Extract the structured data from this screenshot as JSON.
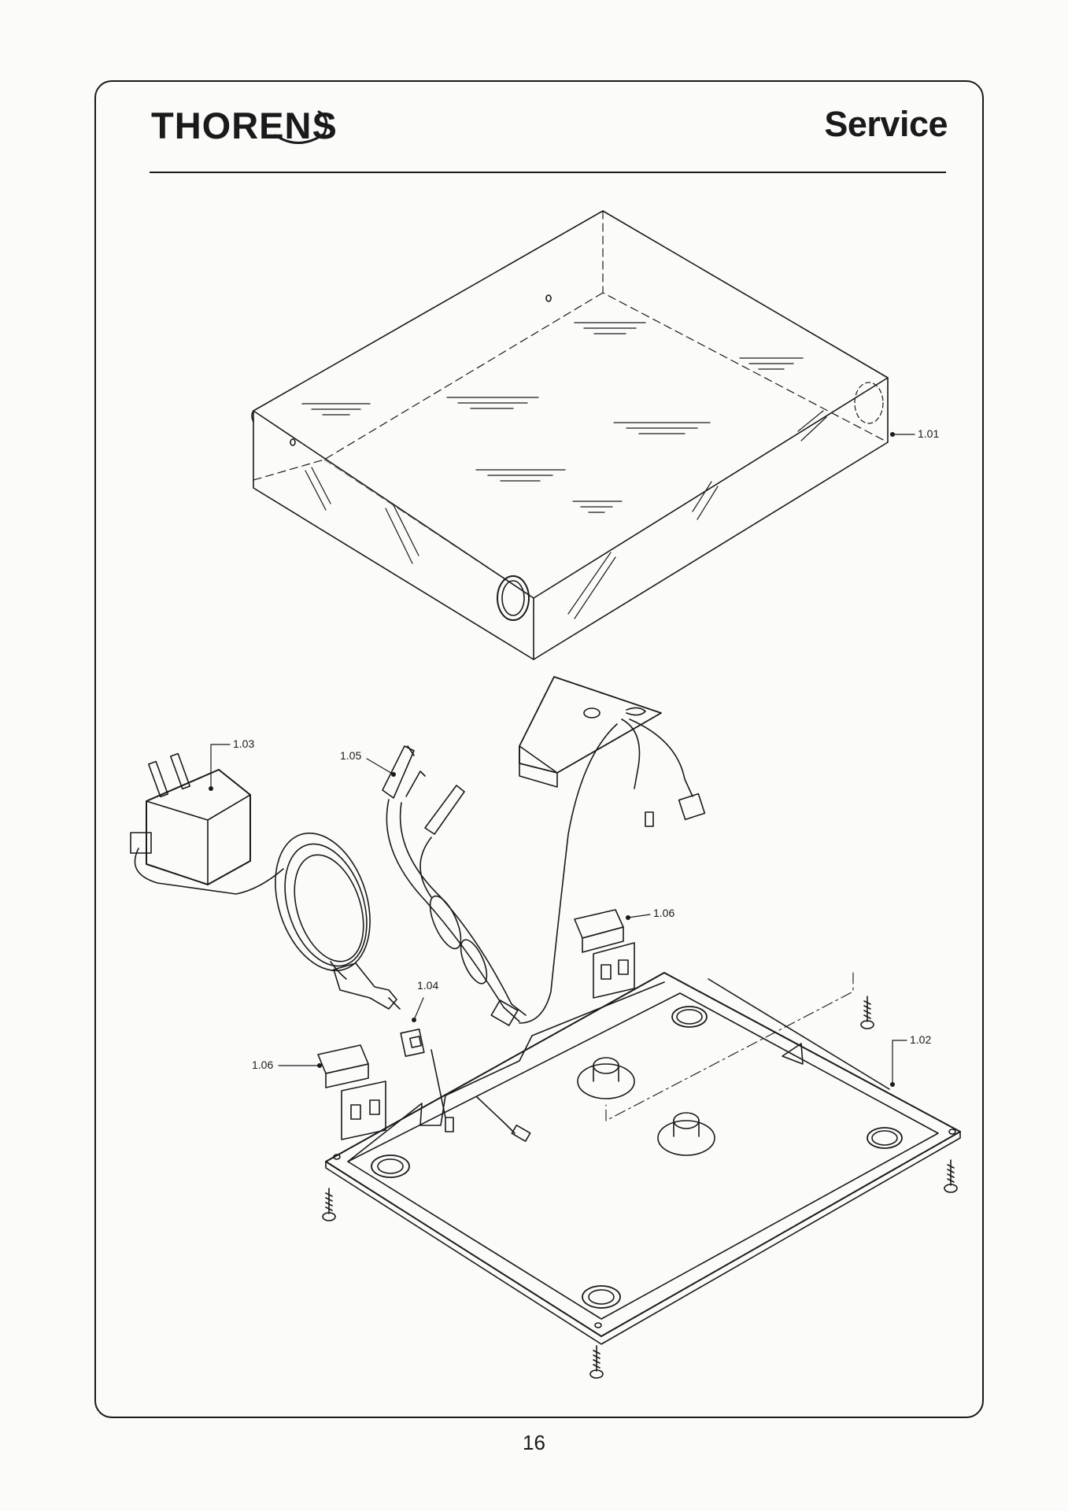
{
  "header": {
    "brand": "THORENS",
    "section": "Service"
  },
  "callouts": [
    {
      "id": "1.01",
      "label": "1.01"
    },
    {
      "id": "1.02",
      "label": "1.02"
    },
    {
      "id": "1.03",
      "label": "1.03"
    },
    {
      "id": "1.04",
      "label": "1.04"
    },
    {
      "id": "1.05",
      "label": "1.05"
    },
    {
      "id": "1.06a",
      "label": "1.06"
    },
    {
      "id": "1.06b",
      "label": "1.06"
    }
  ],
  "footer": {
    "page_number": "16"
  }
}
